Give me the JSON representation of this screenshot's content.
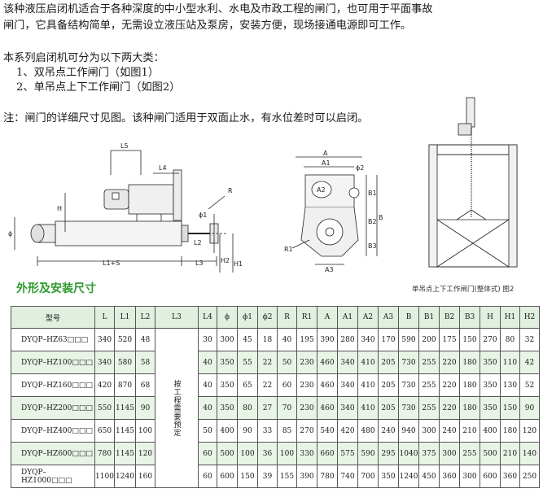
{
  "intro": {
    "line1": "该种液压启闭机适合于各种深度的中小型水利、水电及市政工程的闸门，也可用于平面事故",
    "line2": "闸门，它具备结构简单，无需设立液压站及泵房，安装方便，现场接通电源即可工作。",
    "line3": "本系列启闭机可分为以下两大类：",
    "line4": "1、双吊点工作闸门（如图1）",
    "line5": "2、单吊点上下工作闸门（如图2）",
    "line6": "注：闸门的详细尺寸见图。该种闸门适用于双面止水，有水位差时可以启闭。"
  },
  "figure_left": {
    "labels": {
      "L5": "L5",
      "L4": "L4",
      "H": "H",
      "phi": "ϕ",
      "R": "R",
      "phi1": "ϕ1",
      "L2": "L2",
      "L1S": "L1+S",
      "L3": "L3",
      "H2": "H2",
      "H1": "H1"
    }
  },
  "figure_mid": {
    "labels": {
      "A": "A",
      "A1": "A1",
      "phi2": "ϕ2",
      "A2": "A2",
      "B1": "B1",
      "B2": "B2",
      "B": "B",
      "B3": "B3",
      "R1": "R1",
      "A3": "A3"
    }
  },
  "figure_right": {
    "caption": "单吊点上下工作闸门(整体式)  图2"
  },
  "section_title": "外形及安装尺寸",
  "table": {
    "headers": [
      "型号",
      "L",
      "L1",
      "L2",
      "L3",
      "L4",
      "ϕ",
      "ϕ1",
      "ϕ2",
      "R",
      "R1",
      "A",
      "A1",
      "A2",
      "A3",
      "B",
      "B1",
      "B2",
      "B3",
      "H",
      "H1",
      "H2"
    ],
    "l3_note": "按工程需要预定",
    "rows": [
      [
        "DYQP–HZ63□□□",
        "340",
        "520",
        "48",
        "30",
        "300",
        "45",
        "18",
        "40",
        "195",
        "390",
        "280",
        "340",
        "170",
        "590",
        "200",
        "175",
        "150",
        "270",
        "80",
        "32"
      ],
      [
        "DYQP–HZ100□□□",
        "340",
        "580",
        "58",
        "40",
        "350",
        "55",
        "22",
        "50",
        "230",
        "460",
        "340",
        "410",
        "205",
        "730",
        "255",
        "220",
        "180",
        "350",
        "110",
        "42"
      ],
      [
        "DYQP–HZ160□□□",
        "420",
        "870",
        "68",
        "40",
        "350",
        "65",
        "22",
        "60",
        "230",
        "460",
        "340",
        "410",
        "205",
        "730",
        "255",
        "220",
        "180",
        "350",
        "130",
        "52"
      ],
      [
        "DYQP–HZ200□□□",
        "550",
        "1145",
        "90",
        "40",
        "350",
        "80",
        "27",
        "70",
        "230",
        "460",
        "340",
        "410",
        "205",
        "730",
        "255",
        "220",
        "180",
        "350",
        "150",
        "90"
      ],
      [
        "DYQP–HZ400□□□",
        "650",
        "1145",
        "100",
        "50",
        "400",
        "90",
        "33",
        "85",
        "270",
        "540",
        "420",
        "480",
        "240",
        "940",
        "300",
        "240",
        "210",
        "400",
        "180",
        "120"
      ],
      [
        "DYQP–HZ600□□□",
        "780",
        "1145",
        "120",
        "60",
        "500",
        "100",
        "36",
        "100",
        "330",
        "660",
        "575",
        "590",
        "295",
        "1040",
        "375",
        "300",
        "255",
        "500",
        "210",
        "140"
      ],
      [
        "DYQP–HZ1000□□□",
        "1100",
        "1240",
        "160",
        "60",
        "600",
        "150",
        "39",
        "155",
        "390",
        "780",
        "740",
        "700",
        "350",
        "1240",
        "450",
        "360",
        "300",
        "600",
        "360",
        "250"
      ]
    ]
  }
}
